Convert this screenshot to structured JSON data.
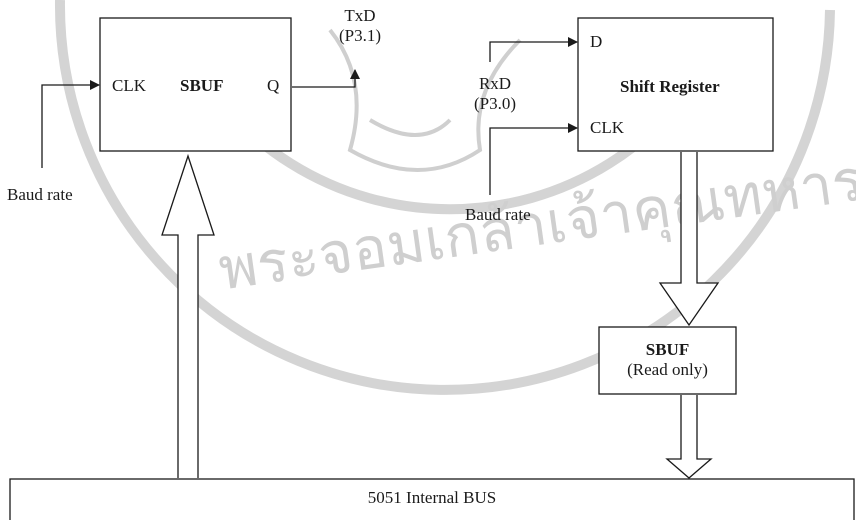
{
  "transmit": {
    "clk_label": "CLK",
    "sbuf_label": "SBUF",
    "q_label": "Q",
    "txd_line1": "TxD",
    "txd_line2": "(P3.1)",
    "baud_label": "Baud rate"
  },
  "receive": {
    "rxd_line1": "RxD",
    "rxd_line2": "(P3.0)",
    "d_label": "D",
    "shift_register_label": "Shift Register",
    "clk_label": "CLK",
    "baud_label": "Baud rate",
    "sbuf_label": "SBUF",
    "sbuf_note": "(Read only)"
  },
  "bus": {
    "label": "5051 Internal BUS"
  },
  "watermark": {
    "text": "พระจอมเกล้าเจ้าคุณทหาร",
    "color": "#bdbdbd"
  }
}
